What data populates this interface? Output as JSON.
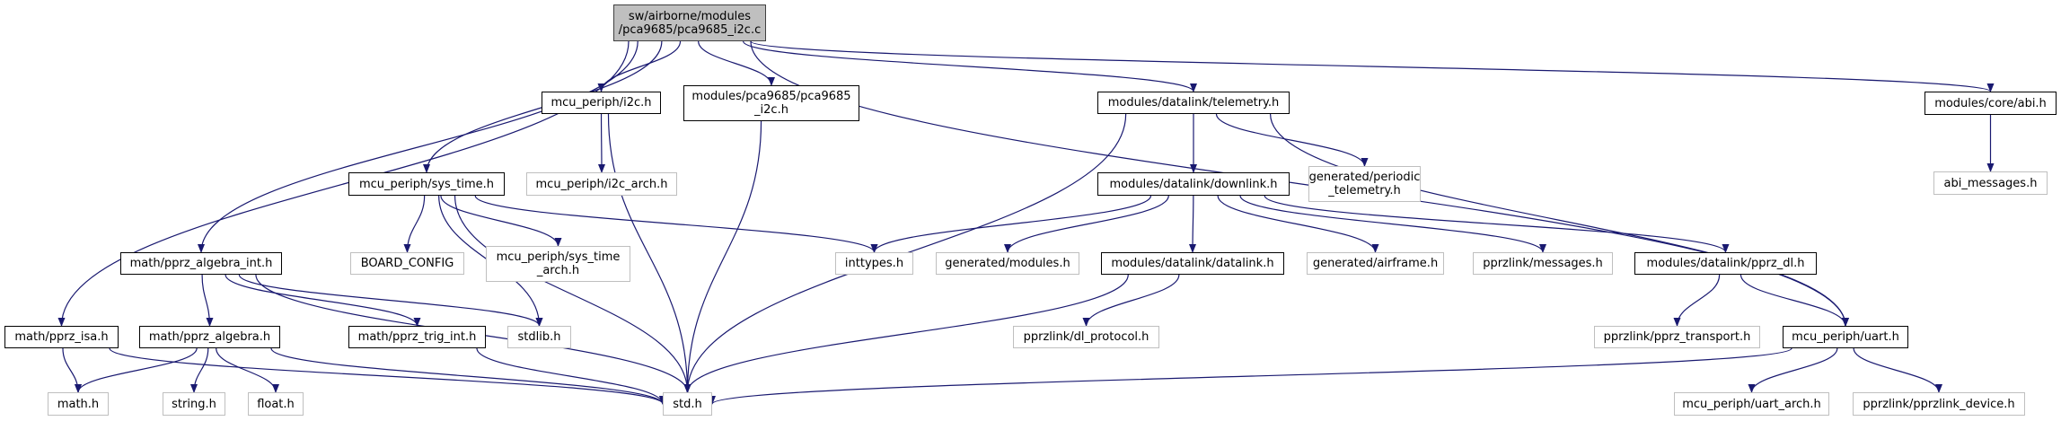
{
  "graph": {
    "title": "Include dependency graph for sw/airborne/modules/pca9685/pca9685_i2c.c",
    "edge_color": "#191970",
    "nodes": [
      {
        "id": "root",
        "label": "sw/airborne/modules\n/pca9685/pca9685_i2c.c",
        "kind": "root"
      },
      {
        "id": "i2c",
        "label": "mcu_periph/i2c.h",
        "kind": "solid"
      },
      {
        "id": "pca_h",
        "label": "modules/pca9685/pca9685\n_i2c.h",
        "kind": "solid"
      },
      {
        "id": "telemetry",
        "label": "modules/datalink/telemetry.h",
        "kind": "solid"
      },
      {
        "id": "abi",
        "label": "modules/core/abi.h",
        "kind": "solid"
      },
      {
        "id": "sys_time",
        "label": "mcu_periph/sys_time.h",
        "kind": "solid"
      },
      {
        "id": "i2c_arch",
        "label": "mcu_periph/i2c_arch.h",
        "kind": "missing"
      },
      {
        "id": "downlink",
        "label": "modules/datalink/downlink.h",
        "kind": "solid"
      },
      {
        "id": "periodic",
        "label": "generated/periodic\n_telemetry.h",
        "kind": "missing"
      },
      {
        "id": "abi_msgs",
        "label": "abi_messages.h",
        "kind": "missing"
      },
      {
        "id": "alg_int",
        "label": "math/pprz_algebra_int.h",
        "kind": "solid"
      },
      {
        "id": "board",
        "label": "BOARD_CONFIG",
        "kind": "missing"
      },
      {
        "id": "sys_time_arch",
        "label": "mcu_periph/sys_time\n_arch.h",
        "kind": "missing"
      },
      {
        "id": "inttypes",
        "label": "inttypes.h",
        "kind": "missing"
      },
      {
        "id": "gen_modules",
        "label": "generated/modules.h",
        "kind": "missing"
      },
      {
        "id": "datalink",
        "label": "modules/datalink/datalink.h",
        "kind": "solid"
      },
      {
        "id": "airframe",
        "label": "generated/airframe.h",
        "kind": "missing"
      },
      {
        "id": "messages",
        "label": "pprzlink/messages.h",
        "kind": "missing"
      },
      {
        "id": "pprz_dl",
        "label": "modules/datalink/pprz_dl.h",
        "kind": "solid"
      },
      {
        "id": "isa",
        "label": "math/pprz_isa.h",
        "kind": "solid"
      },
      {
        "id": "algebra",
        "label": "math/pprz_algebra.h",
        "kind": "solid"
      },
      {
        "id": "trig",
        "label": "math/pprz_trig_int.h",
        "kind": "solid"
      },
      {
        "id": "stdlib",
        "label": "stdlib.h",
        "kind": "missing"
      },
      {
        "id": "dl_protocol",
        "label": "pprzlink/dl_protocol.h",
        "kind": "missing"
      },
      {
        "id": "transport",
        "label": "pprzlink/pprz_transport.h",
        "kind": "missing"
      },
      {
        "id": "uart",
        "label": "mcu_periph/uart.h",
        "kind": "solid"
      },
      {
        "id": "math",
        "label": "math.h",
        "kind": "missing"
      },
      {
        "id": "string",
        "label": "string.h",
        "kind": "missing"
      },
      {
        "id": "float",
        "label": "float.h",
        "kind": "missing"
      },
      {
        "id": "std",
        "label": "std.h",
        "kind": "missing"
      },
      {
        "id": "uart_arch",
        "label": "mcu_periph/uart_arch.h",
        "kind": "missing"
      },
      {
        "id": "pprzlink_device",
        "label": "pprzlink/pprzlink_device.h",
        "kind": "missing"
      }
    ],
    "edges": [
      [
        "root",
        "i2c"
      ],
      [
        "root",
        "pca_h"
      ],
      [
        "root",
        "telemetry"
      ],
      [
        "root",
        "abi"
      ],
      [
        "root",
        "sys_time"
      ],
      [
        "root",
        "alg_int"
      ],
      [
        "root",
        "isa"
      ],
      [
        "root",
        "uart"
      ],
      [
        "i2c",
        "i2c_arch"
      ],
      [
        "i2c",
        "std"
      ],
      [
        "pca_h",
        "std"
      ],
      [
        "telemetry",
        "downlink"
      ],
      [
        "telemetry",
        "periodic"
      ],
      [
        "telemetry",
        "std"
      ],
      [
        "telemetry",
        "uart"
      ],
      [
        "abi",
        "abi_msgs"
      ],
      [
        "sys_time",
        "board"
      ],
      [
        "sys_time",
        "sys_time_arch"
      ],
      [
        "sys_time",
        "stdlib"
      ],
      [
        "sys_time",
        "inttypes"
      ],
      [
        "sys_time",
        "std"
      ],
      [
        "downlink",
        "inttypes"
      ],
      [
        "downlink",
        "gen_modules"
      ],
      [
        "downlink",
        "datalink"
      ],
      [
        "downlink",
        "airframe"
      ],
      [
        "downlink",
        "messages"
      ],
      [
        "downlink",
        "pprz_dl"
      ],
      [
        "datalink",
        "dl_protocol"
      ],
      [
        "datalink",
        "std"
      ],
      [
        "pprz_dl",
        "transport"
      ],
      [
        "pprz_dl",
        "uart"
      ],
      [
        "alg_int",
        "algebra"
      ],
      [
        "alg_int",
        "trig"
      ],
      [
        "alg_int",
        "stdlib"
      ],
      [
        "alg_int",
        "std"
      ],
      [
        "algebra",
        "math"
      ],
      [
        "algebra",
        "string"
      ],
      [
        "algebra",
        "float"
      ],
      [
        "algebra",
        "std"
      ],
      [
        "isa",
        "math"
      ],
      [
        "isa",
        "std"
      ],
      [
        "trig",
        "std"
      ],
      [
        "uart",
        "std"
      ],
      [
        "uart",
        "uart_arch"
      ],
      [
        "uart",
        "pprzlink_device"
      ]
    ]
  }
}
